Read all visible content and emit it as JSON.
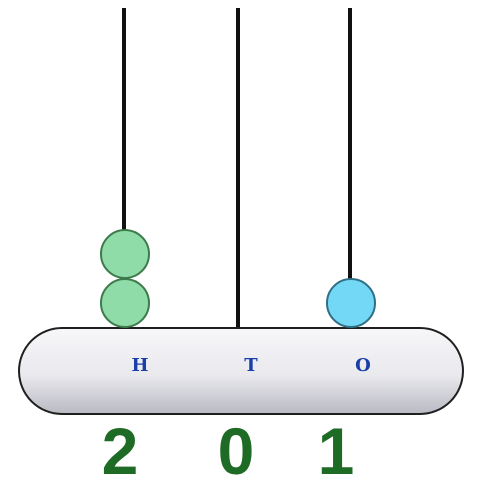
{
  "abacus": {
    "rods": [
      {
        "place": "H",
        "beads": 2,
        "bead_color": "#8fdca8",
        "bead_stroke": "#3d7a4c"
      },
      {
        "place": "T",
        "beads": 0,
        "bead_color": "#8fdca8",
        "bead_stroke": "#3d7a4c"
      },
      {
        "place": "O",
        "beads": 1,
        "bead_color": "#73d8f5",
        "bead_stroke": "#2f6f86"
      }
    ],
    "label_color": "#1a3ea8",
    "digit_color": "#1e6b25",
    "number_digits": [
      "2",
      "0",
      "1"
    ]
  }
}
